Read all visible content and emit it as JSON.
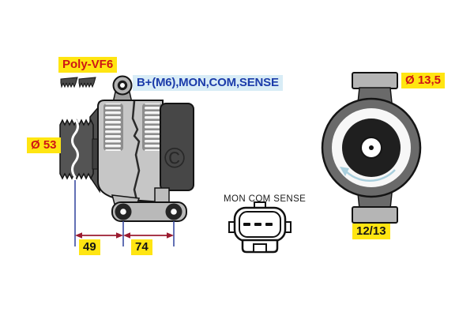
{
  "labels": {
    "belt_type": "Poly-VF6",
    "terminals": "B+(M6),MON,COM,SENSE",
    "pulley_diameter": "Ø 53",
    "dim_pulley_to_mount": "49",
    "dim_mount_span": "74",
    "connector_pins": "MON COM SENSE",
    "hole_diameter": "Ø 13,5",
    "clock_position": "12/13",
    "copyright": "©"
  },
  "colors": {
    "highlight_yellow": "#ffe512",
    "highlight_blue": "#d8ecf6",
    "label_red": "#cf1515",
    "label_blue": "#1c3caa",
    "dimension_red": "#9b1b30",
    "dimension_blue": "#3b4da1",
    "rotation_arrow_blue": "#a9cfdd"
  }
}
